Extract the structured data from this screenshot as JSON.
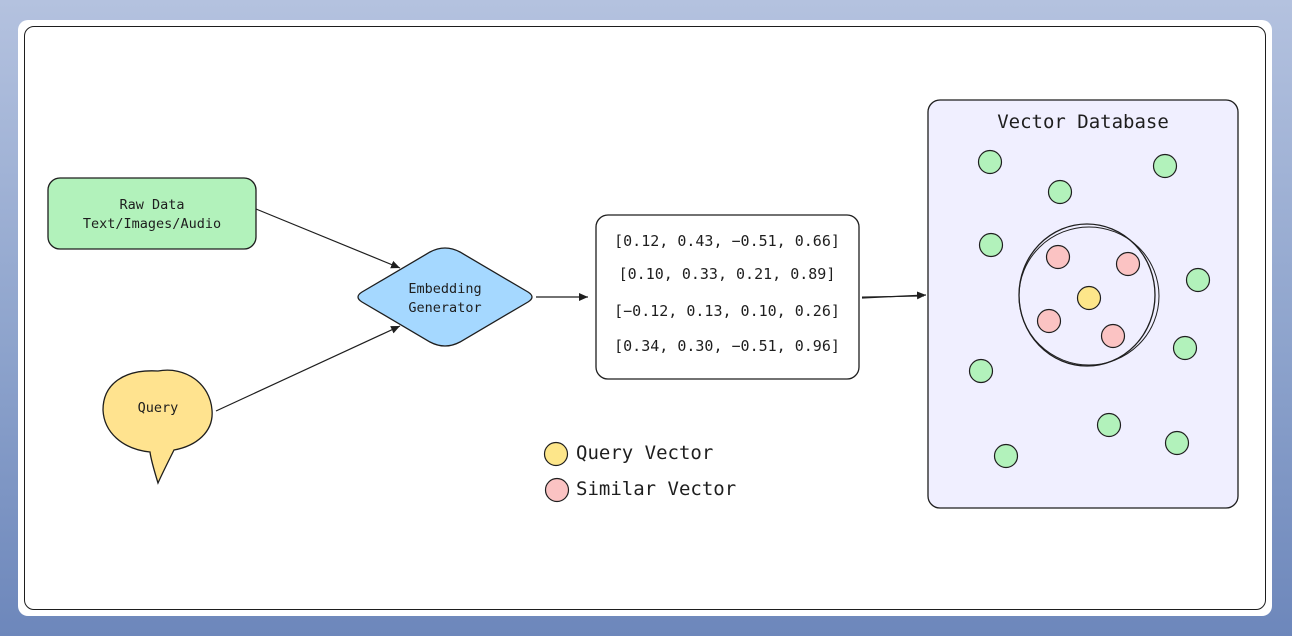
{
  "raw_data": {
    "line1": "Raw Data",
    "line2": "Text/Images/Audio"
  },
  "embedding": {
    "line1": "Embedding",
    "line2": "Generator"
  },
  "query": {
    "label": "Query"
  },
  "vectors": [
    "[0.12, 0.43, −0.51, 0.66]",
    "[0.10, 0.33, 0.21, 0.89]",
    "[−0.12, 0.13, 0.10, 0.26]",
    "[0.34, 0.30, −0.51, 0.96]"
  ],
  "database": {
    "title": "Vector Database"
  },
  "legend": [
    {
      "label": "Query Vector",
      "color": "#fde68a"
    },
    {
      "label": "Similar Vector",
      "color": "#fbc3c3"
    }
  ],
  "colors": {
    "raw_fill": "#b2f2bb",
    "embed_fill": "#a5d8ff",
    "query_fill": "#ffe38f",
    "db_fill": "#f0efff",
    "dot_green": "#b2f2bb",
    "dot_pink": "#fbc3c3",
    "dot_yellow": "#fde68a",
    "stroke": "#1e1e1e"
  }
}
